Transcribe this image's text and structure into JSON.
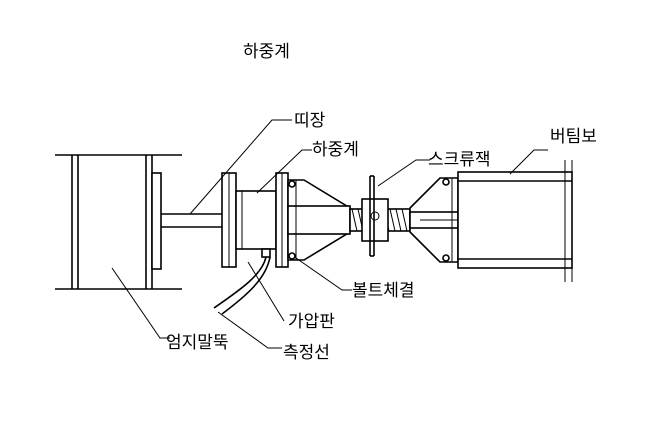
{
  "diagram": {
    "title": "하중계",
    "labels": {
      "tie": "띠장",
      "load_cell": "하중계",
      "screw_jack": "스크류잭",
      "strut": "버팀보",
      "bolt": "볼트체결",
      "pressure_plate": "가압판",
      "soldier_pile": "엄지말뚝",
      "cable": "측정선"
    }
  }
}
